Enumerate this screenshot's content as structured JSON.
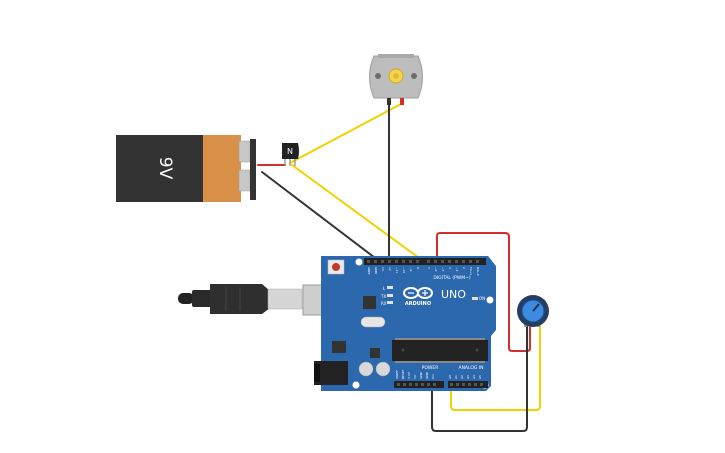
{
  "battery": {
    "label": "9V"
  },
  "transistor": {
    "label": "N"
  },
  "arduino": {
    "brand": "ARDUINO",
    "model": "UNO",
    "on_label": "ON",
    "digital_header": "DIGITAL (PWM~)",
    "power_header": "POWER",
    "analog_header": "ANALOG IN",
    "led_labels": [
      "L",
      "TX",
      "RX"
    ],
    "digital_pins": [
      "AREF",
      "GND",
      "13",
      "12",
      "~11",
      "~10",
      "~9",
      "8",
      "7",
      "~6",
      "~5",
      "4",
      "~3",
      "2",
      "TX→1",
      "RX←0"
    ],
    "power_pins": [
      "IOREF",
      "RESET",
      "3.3V",
      "5V",
      "GND",
      "GND",
      "Vin"
    ],
    "analog_pins": [
      "A0",
      "A1",
      "A2",
      "A3",
      "A4",
      "A5"
    ]
  },
  "colors": {
    "wire_yellow": "#f2d100",
    "wire_black": "#333333",
    "wire_red": "#d32f2f",
    "board": "#2b68ad",
    "battery_body": "#333333",
    "battery_band": "#d9914a"
  }
}
